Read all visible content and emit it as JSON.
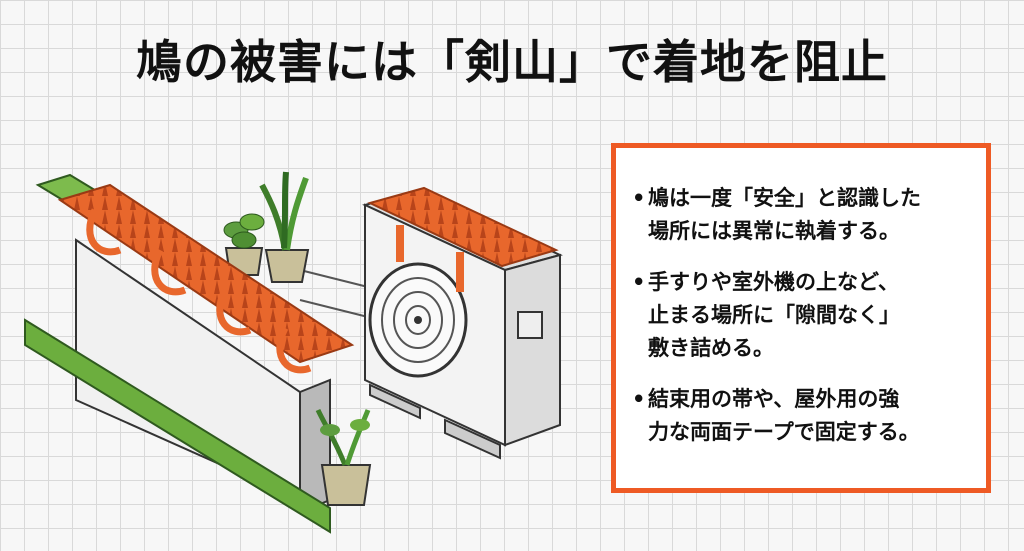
{
  "title": "鳩の被害には「剣山」で着地を阻止",
  "bullets": [
    {
      "lines": [
        "鳩は一度「安全」と認識した",
        "場所には異常に執着する。"
      ]
    },
    {
      "lines": [
        "手すりや室外機の上など、",
        "止まる場所に「隙間なく」",
        "敷き詰める。"
      ]
    },
    {
      "lines": [
        "結束用の帯や、屋外用の強",
        "力な両面テープで固定する。"
      ]
    }
  ],
  "colors": {
    "accent": "#ee5a24",
    "spike": "#e8672c",
    "rail_green": "#6cae3e",
    "wall": "#f1f1f1",
    "unit": "#f3f3f3",
    "box_border": "#ee5a24"
  },
  "illustration": {
    "items": [
      "railing-wall",
      "spike-strip-icon",
      "cable-tie-icon",
      "air-conditioner-outdoor-unit",
      "fan-icon",
      "potted-plant-icon"
    ]
  }
}
